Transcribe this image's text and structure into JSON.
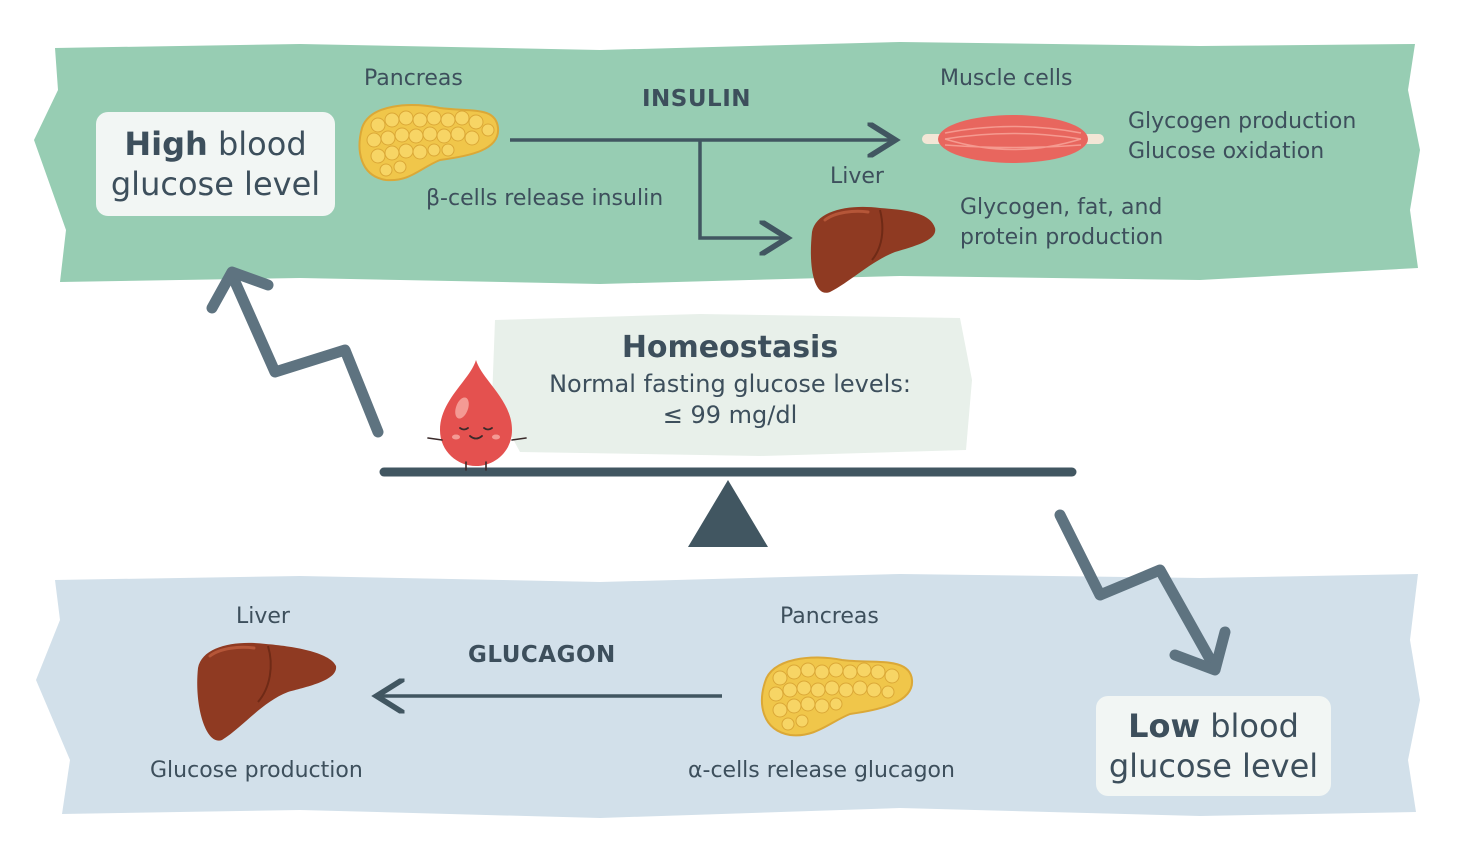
{
  "top_panel": {
    "pancreas_label": "Pancreas",
    "hormone": "INSULIN",
    "beta_cells_text": "β-cells release insulin",
    "muscle_label": "Muscle cells",
    "muscle_effect_1": "Glycogen production",
    "muscle_effect_2": "Glucose oxidation",
    "liver_label": "Liver",
    "liver_effect_1": "Glycogen, fat, and",
    "liver_effect_2": "protein production",
    "high_card_bold": "High",
    "high_card_rest": " blood",
    "high_card_line2": "glucose level"
  },
  "center": {
    "title": "Homeostasis",
    "line1": "Normal fasting glucose levels:",
    "line2": "≤ 99 mg/dl"
  },
  "bottom_panel": {
    "liver_label": "Liver",
    "hormone": "GLUCAGON",
    "liver_effect": "Glucose production",
    "pancreas_label": "Pancreas",
    "alpha_cells_text": "α-cells release glucagon",
    "low_card_bold": "Low",
    "low_card_rest": " blood",
    "low_card_line2": "glucose level"
  },
  "colors": {
    "top_band": "#97cdb3",
    "bottom_band": "#d2e0ea",
    "homeo_band": "#e8f0ea",
    "arrow": "#5e7380",
    "seesaw": "#415661",
    "pancreas": "#f0c64a",
    "liver": "#8f3a22",
    "muscle": "#e8665e",
    "drop": "#e4514f"
  }
}
